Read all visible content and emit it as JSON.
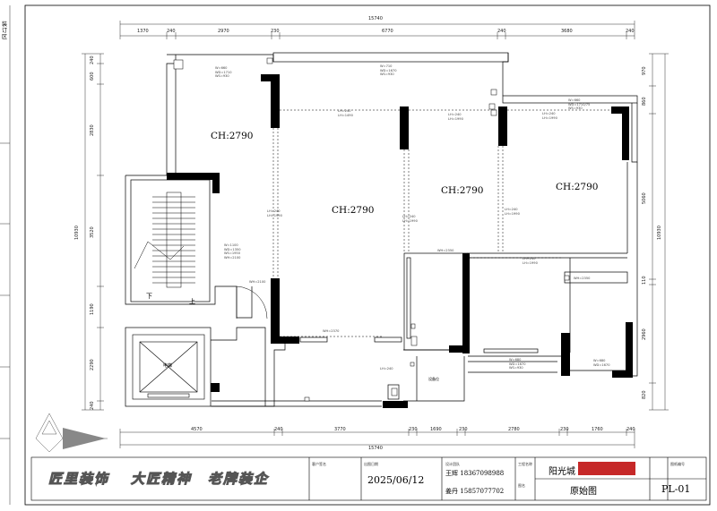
{
  "binding_label": "装订区",
  "dimensions": {
    "top_total": "15740",
    "top_segments": [
      "1370",
      "240",
      "2970",
      "230",
      "6770",
      "240",
      "3680",
      "240"
    ],
    "bottom_total": "15740",
    "bottom_segments": [
      "4570",
      "240",
      "3770",
      "230",
      "1690",
      "230",
      "2780",
      "230",
      "1760",
      "240"
    ],
    "left_total": "10930",
    "left_segments": [
      "240",
      "600",
      "2830",
      "3520",
      "1190",
      "2290",
      "240"
    ],
    "right_total": "10930",
    "right_segments": [
      "970",
      "860",
      "5060",
      "110",
      "2960",
      "820"
    ]
  },
  "rooms": {
    "ch_1": "CH:2790",
    "ch_2": "CH:2790",
    "ch_3": "CH:2790",
    "ch_4": "CH:2790"
  },
  "labels": {
    "stairs_down": "下",
    "stairs_up": "上",
    "elevator": "电梯",
    "equipment": "设备位"
  },
  "annotations": {
    "win_a": [
      "W=660",
      "WD=1710",
      "WS=930"
    ],
    "win_b": [
      "W=710",
      "WD=1670",
      "WS=930"
    ],
    "win_c": [
      "W=660",
      "WD=1710/75",
      "WS=930"
    ],
    "beam_1": [
      "LH=240",
      "LH=1490"
    ],
    "beam_2": [
      "LH=240",
      "LH=1990"
    ],
    "beam_3": [
      "LH=240",
      "LH=1990"
    ],
    "beam_4": [
      "LH=240",
      "LH=1990"
    ],
    "beam_5": [
      "LH=240",
      "LH=1990"
    ],
    "beam_6": [
      "LH=240",
      "LH=1990"
    ],
    "beam_7": [
      "LH=240",
      "LH=1990"
    ],
    "door_1": "WH=2100",
    "door_2": "WH=2370",
    "door_3": "WH=2350",
    "door_4": "WH=2350",
    "beam_8": "LH=240",
    "win_d": [
      "W=680",
      "WD=1670",
      "WS=930"
    ],
    "win_e": [
      "W=680",
      "WD=1670"
    ],
    "stair_note": [
      "W=1100",
      "WD=1350",
      "WS=1950",
      "WH=2100"
    ]
  },
  "title_block": {
    "slogans": [
      "匠里装饰",
      "大匠精神",
      "老牌装企"
    ],
    "client_label": "客户签名",
    "client_value": "",
    "date_label": "出图日期",
    "date_value": "2025/06/12",
    "team_label": "设计团队",
    "phone_1": "18367098988",
    "phone_2": "15857077702",
    "designer_1": "王辉",
    "designer_2": "姜丹",
    "project_label": "工程名称",
    "project_value": "阳光城",
    "drawing_label": "图名",
    "drawing_value": "原始图",
    "number_label": "图纸编号",
    "number_value": "PL-01",
    "brand_color": "#c62828"
  }
}
